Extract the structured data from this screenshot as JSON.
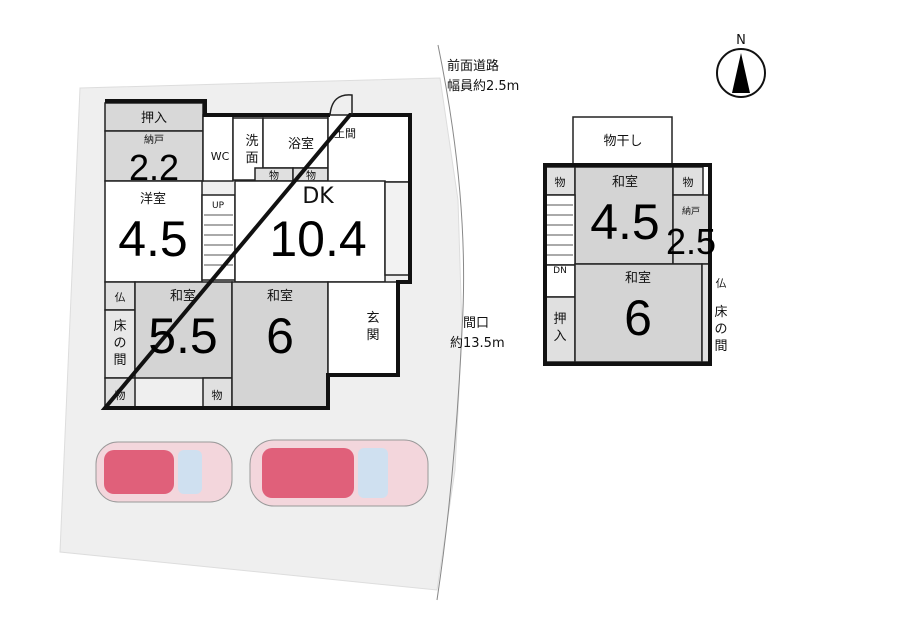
{
  "road": {
    "line1": "前面道路",
    "line2": "幅員約2.5m"
  },
  "frontage": {
    "line1": "間口",
    "line2": "約13.5m"
  },
  "compass": {
    "label": "N"
  },
  "floor1": {
    "oshiire": "押入",
    "nando_label": "納戸",
    "nando_size": "2.2",
    "wc": "WC",
    "senmen_1": "洗",
    "senmen_2": "面",
    "bath": "浴室",
    "storage_a": "物",
    "storage_b": "物",
    "doma": "土間",
    "western_label": "洋室",
    "western_size": "4.5",
    "stairs": "UP",
    "dk_label": "DK",
    "dk_size": "10.4",
    "butsu": "仏",
    "tokonoma_1": "床",
    "tokonoma_2": "の",
    "tokonoma_3": "間",
    "washitsu1_label": "和室",
    "washitsu1_size": "5.5",
    "washitsu2_label": "和室",
    "washitsu2_size": "6",
    "genkan_1": "玄",
    "genkan_2": "関",
    "storage_c": "物",
    "storage_d": "物"
  },
  "floor2": {
    "balcony": "物干し",
    "storage_a": "物",
    "storage_b": "物",
    "washitsu1_label": "和室",
    "washitsu1_size": "4.5",
    "nando_label": "納戸",
    "nando_size": "2.5",
    "stairs": "DN",
    "butsu": "仏",
    "oshiire_1": "押",
    "oshiire_2": "入",
    "washitsu2_label": "和室",
    "washitsu2_size": "6",
    "tokonoma_1": "床",
    "tokonoma_2": "の",
    "tokonoma_3": "間"
  },
  "colors": {
    "lot": "#eeeeee",
    "tatami": "#d4d4d4",
    "car": "#e0607a"
  }
}
